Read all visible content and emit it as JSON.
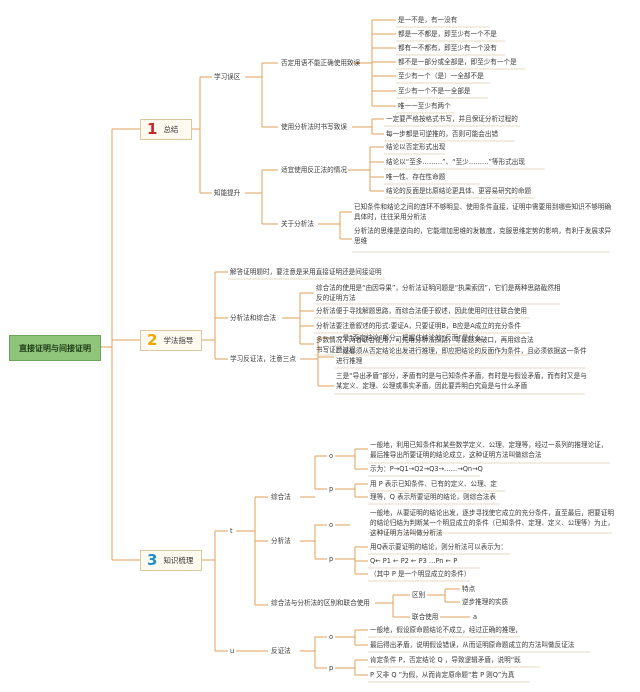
{
  "root": "直接证明与间接证明",
  "sections": [
    {
      "num": "1",
      "title": "总结",
      "color": "#c62828"
    },
    {
      "num": "2",
      "title": "学法指导",
      "color": "#f0a500"
    },
    {
      "num": "3",
      "title": "知识梳理",
      "color": "#1f8fc9"
    }
  ],
  "s1": {
    "a": "学习误区",
    "a1": "否定用语不能正确使用致误",
    "a1_items": [
      "是一不是，有一没有",
      "都是一不都是，即至少有一个不是",
      "都有一不都有，即至少有一个没有",
      "都不是一部分或全部是，即至少有一个是",
      "至少有一个（是）一全部不是",
      "至少有一个不是一全部是",
      "唯一一至少有两个"
    ],
    "a2": "使用分析法时书写致误",
    "a2_items": [
      "一定要严格按格式书写，并且保证分析过程的",
      "每一步都是可逆推的，否则可能会出错"
    ],
    "b": "知能提升",
    "b1": "适宜使用反正法的情况",
    "b1_items": [
      "结论以否定形式出现",
      "结论以“至多………”、“至少………”等形式出现",
      "唯一性、存在性命题",
      "结论的反面是比原结论更具体、更容易研究的命题"
    ],
    "b2": "关于分析法",
    "b2_items": [
      "已知条件和结论之间的连环不够明显、使用条件直接，证明中需要用到哪些知识不够明确具体时，往往采用分析法",
      "分析法的思维是逆向的，它能增加思维的发散度，克服思维定势的影响，有利于发展求异思维"
    ]
  },
  "s2": {
    "intro": "解答证明题时，要注意是采用直接证明还是间接证明",
    "c": "分析法和综合法",
    "c_items": [
      "综合法的使用是“由因导果”，分析法证明问题是“执果索因”，它们是两种思路截然相反的证明方法",
      "分析法便于寻找解题思路，而综合法便于叙述，因此使用时往往联合使用",
      "分析法要注意叙述的形式:要证A，只要证明B，B应是A成立的充分条件",
      "多数情况下两者联合使用，可先用分析法探路，寻证题突破口，再用综合法书写证题过程"
    ],
    "d": "学习反证法，注意三点",
    "d_items": [
      "一是“否定结论”部分，把握住结论的“反面”是什么",
      "二是必须从否定结论出发进行推理，即应把结论的反面作为条件，且必须依据这一条件进行推理",
      "三是“导出矛盾”部分，矛盾有时是与已知条件矛盾，有时是与假设矛盾，而有时又是与某定义、定理、公理或事实矛盾，因此要弄明白究竟是与什么矛盾"
    ]
  },
  "s3": {
    "t": "t",
    "u": "u",
    "e": "综合法",
    "e_o": "o",
    "e_o_items": [
      "一般地，利用已知条件和某些数学定义、公理、定理等，经过一系列的推理论证，最后推导出所要证明的结论成立，这种证明方法叫做综合法",
      "示为：P→Q1→Q2→Q3→……→Qn→Q"
    ],
    "e_p": "p",
    "e_p_items": [
      "用 P 表示已知条件、已有的定义、公理、定",
      "理等，Q 表示所要证明的结论，则综合法表"
    ],
    "f": "分析法",
    "f_o": "o",
    "f_o_items": [
      "一般地，从要证明的结论出发，逐步寻找使它成立的充分条件，直至最后，把要证明的结论归结为判断某一个明显成立的条件（已知条件、定理、定义、公理等）为止，这种证明方法叫做分析法"
    ],
    "f_p": "p",
    "f_p_items": [
      "用Q表示要证明的结论，则分析法可以表示为：",
      "Q← P1 ← P2 ← P3 …Pn ← P",
      "（其中 P 是一个明显成立的条件）"
    ],
    "g": "综合法与分析法的区别和联合使用",
    "g1": "区别",
    "g1_items": [
      "特点",
      "逆步推理的实质"
    ],
    "g2": "联合使用",
    "g2_item": "a",
    "h": "反证法",
    "h_o": "o",
    "h_o_items": [
      "一般地，假设原命题结论不成立，经过正确的推理，",
      "最后得出矛盾，说明假设错误，从而证明原命题成立的方法叫做反证法"
    ],
    "h_p": "p",
    "h_p_items": [
      "肯定条件 P，否定结论 Q ，导致逻辑矛盾，说明“既",
      "P 又非 Q ”为假，从而肯定原命题“若 P 则Q”为真"
    ]
  }
}
